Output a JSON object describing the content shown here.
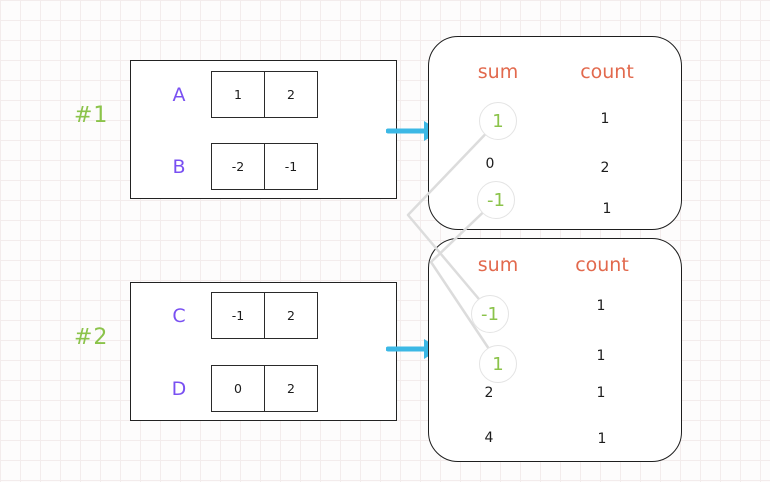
{
  "examples": [
    {
      "label": "#1",
      "arrays": [
        {
          "name": "A",
          "cells": [
            "1",
            "2"
          ]
        },
        {
          "name": "B",
          "cells": [
            "-2",
            "-1"
          ]
        }
      ],
      "table": {
        "sum_header": "sum",
        "count_header": "count",
        "rows": [
          {
            "sum": "1",
            "count": "1",
            "highlighted": true
          },
          {
            "sum": "0",
            "count": "2",
            "highlighted": false
          },
          {
            "sum": "-1",
            "count": "1",
            "highlighted": true
          }
        ]
      }
    },
    {
      "label": "#2",
      "arrays": [
        {
          "name": "C",
          "cells": [
            "-1",
            "2"
          ]
        },
        {
          "name": "D",
          "cells": [
            "0",
            "2"
          ]
        }
      ],
      "table": {
        "sum_header": "sum",
        "count_header": "count",
        "rows": [
          {
            "sum": "-1",
            "count": "1",
            "highlighted": true
          },
          {
            "sum": "1",
            "count": "1",
            "highlighted": true
          },
          {
            "sum": "2",
            "count": "1",
            "highlighted": false
          },
          {
            "sum": "4",
            "count": "1",
            "highlighted": false
          }
        ]
      }
    }
  ],
  "colors": {
    "example_label_green": "#8bc34a",
    "array_name_purple": "#7950f2",
    "table_header_orange": "#e2694d",
    "arrow_cyan": "#3cb8e5",
    "connector_gray": "#dcdcdc"
  }
}
